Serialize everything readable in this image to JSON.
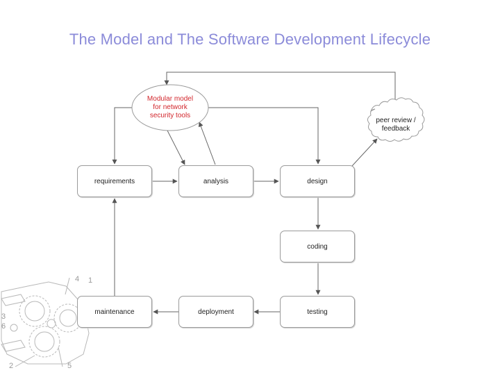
{
  "title": "The Model and The Software Development Lifecycle",
  "nodes": {
    "model": "Modular model\nfor network\nsecurity tools",
    "peer_review": "peer review /\nfeedback",
    "requirements": "requirements",
    "analysis": "analysis",
    "design": "design",
    "coding": "coding",
    "testing": "testing",
    "deployment": "deployment",
    "maintenance": "maintenance"
  },
  "gear_labels": [
    "4",
    "1",
    "3",
    "6",
    "2",
    "5"
  ],
  "colors": {
    "title": "#8b8bd9",
    "model_text": "#d2262c",
    "box_border": "#9a9a9a",
    "arrow": "#555555"
  }
}
